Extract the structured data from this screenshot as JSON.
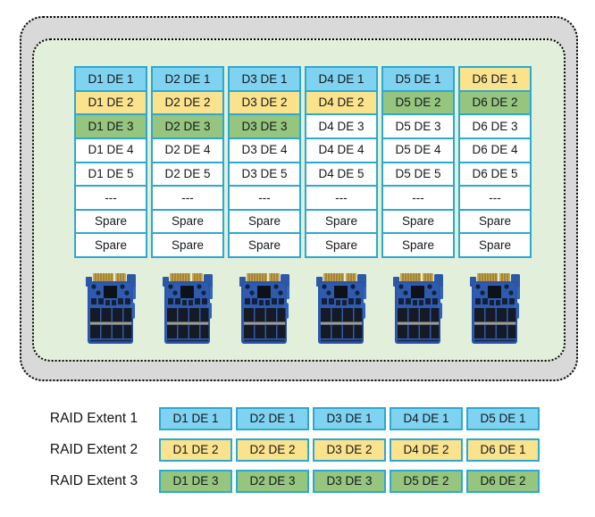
{
  "colors": {
    "blue": "#7fd2f0",
    "yellow": "#fbe28c",
    "green": "#95c57f",
    "white": "#ffffff",
    "cell_border": "#2ca9cf",
    "inner_bg": "#e2efda",
    "outer_bg": "#d9d9d9",
    "text": "#14181c"
  },
  "pool": {
    "disk_count": 6,
    "columns": [
      {
        "cells": [
          {
            "label": "D1 DE 1",
            "color": "blue"
          },
          {
            "label": "D1 DE 2",
            "color": "yellow"
          },
          {
            "label": "D1 DE 3",
            "color": "green"
          },
          {
            "label": "D1 DE 4",
            "color": "white"
          },
          {
            "label": "D1 DE 5",
            "color": "white"
          },
          {
            "label": "---",
            "color": "white"
          },
          {
            "label": "Spare",
            "color": "white"
          },
          {
            "label": "Spare",
            "color": "white"
          }
        ]
      },
      {
        "cells": [
          {
            "label": "D2 DE 1",
            "color": "blue"
          },
          {
            "label": "D2 DE 2",
            "color": "yellow"
          },
          {
            "label": "D2 DE 3",
            "color": "green"
          },
          {
            "label": "D2 DE 4",
            "color": "white"
          },
          {
            "label": "D2 DE 5",
            "color": "white"
          },
          {
            "label": "---",
            "color": "white"
          },
          {
            "label": "Spare",
            "color": "white"
          },
          {
            "label": "Spare",
            "color": "white"
          }
        ]
      },
      {
        "cells": [
          {
            "label": "D3 DE 1",
            "color": "blue"
          },
          {
            "label": "D3 DE 2",
            "color": "yellow"
          },
          {
            "label": "D3 DE 3",
            "color": "green"
          },
          {
            "label": "D3 DE 4",
            "color": "white"
          },
          {
            "label": "D3 DE 5",
            "color": "white"
          },
          {
            "label": "---",
            "color": "white"
          },
          {
            "label": "Spare",
            "color": "white"
          },
          {
            "label": "Spare",
            "color": "white"
          }
        ]
      },
      {
        "cells": [
          {
            "label": "D4 DE 1",
            "color": "blue"
          },
          {
            "label": "D4 DE 2",
            "color": "yellow"
          },
          {
            "label": "D4 DE 3",
            "color": "white"
          },
          {
            "label": "D4 DE 4",
            "color": "white"
          },
          {
            "label": "D4 DE 5",
            "color": "white"
          },
          {
            "label": "---",
            "color": "white"
          },
          {
            "label": "Spare",
            "color": "white"
          },
          {
            "label": "Spare",
            "color": "white"
          }
        ]
      },
      {
        "cells": [
          {
            "label": "D5 DE 1",
            "color": "blue"
          },
          {
            "label": "D5 DE 2",
            "color": "green"
          },
          {
            "label": "D5 DE 3",
            "color": "white"
          },
          {
            "label": "D5 DE 4",
            "color": "white"
          },
          {
            "label": "D5 DE 5",
            "color": "white"
          },
          {
            "label": "---",
            "color": "white"
          },
          {
            "label": "Spare",
            "color": "white"
          },
          {
            "label": "Spare",
            "color": "white"
          }
        ]
      },
      {
        "cells": [
          {
            "label": "D6 DE 1",
            "color": "yellow"
          },
          {
            "label": "D6 DE 2",
            "color": "green"
          },
          {
            "label": "D6 DE 3",
            "color": "white"
          },
          {
            "label": "D6 DE 4",
            "color": "white"
          },
          {
            "label": "D6 DE 5",
            "color": "white"
          },
          {
            "label": "---",
            "color": "white"
          },
          {
            "label": "Spare",
            "color": "white"
          },
          {
            "label": "Spare",
            "color": "white"
          }
        ]
      }
    ]
  },
  "extents": [
    {
      "label": "RAID Extent 1",
      "color": "blue",
      "cells": [
        "D1 DE 1",
        "D2 DE 1",
        "D3 DE 1",
        "D4 DE 1",
        "D5 DE 1"
      ]
    },
    {
      "label": "RAID Extent 2",
      "color": "yellow",
      "cells": [
        "D1 DE 2",
        "D2 DE 2",
        "D3 DE 2",
        "D4 DE 2",
        "D6 DE 1"
      ]
    },
    {
      "label": "RAID Extent 3",
      "color": "green",
      "cells": [
        "D1 DE 3",
        "D2 DE 3",
        "D3 DE 3",
        "D5 DE 2",
        "D6 DE 2"
      ]
    }
  ]
}
